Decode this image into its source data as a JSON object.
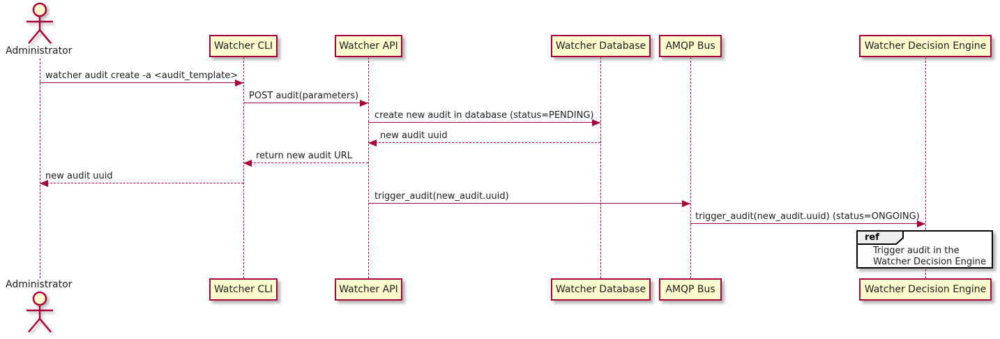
{
  "colors": {
    "stroke": "#A80036",
    "participant_fill": "#FEFECE",
    "ref_header_fill": "#EEEEEE",
    "text": "#1c1c1c"
  },
  "actors": {
    "top": "Administrator",
    "bottom": "Administrator"
  },
  "participants": [
    {
      "name": "Watcher CLI"
    },
    {
      "name": "Watcher API"
    },
    {
      "name": "Watcher Database"
    },
    {
      "name": "AMQP Bus"
    },
    {
      "name": "Watcher Decision Engine"
    }
  ],
  "messages": [
    {
      "label": "watcher audit create -a <audit_template>",
      "from": "Administrator",
      "to": "Watcher CLI",
      "style": "solid"
    },
    {
      "label": "POST audit(parameters)",
      "from": "Watcher CLI",
      "to": "Watcher API",
      "style": "solid"
    },
    {
      "label": "create new audit in database (status=PENDING)",
      "from": "Watcher API",
      "to": "Watcher Database",
      "style": "solid"
    },
    {
      "label": "new audit uuid",
      "from": "Watcher Database",
      "to": "Watcher API",
      "style": "dashed"
    },
    {
      "label": "return new audit URL",
      "from": "Watcher API",
      "to": "Watcher CLI",
      "style": "dashed"
    },
    {
      "label": "new audit uuid",
      "from": "Watcher CLI",
      "to": "Administrator",
      "style": "dashed"
    },
    {
      "label": "trigger_audit(new_audit.uuid)",
      "from": "Watcher API",
      "to": "AMQP Bus",
      "style": "solid"
    },
    {
      "label": "trigger_audit(new_audit.uuid) (status=ONGOING)",
      "from": "AMQP Bus",
      "to": "Watcher Decision Engine",
      "style": "solid"
    }
  ],
  "ref_fragment": {
    "keyword": "ref",
    "line1": "Trigger audit in the",
    "line2": "Watcher Decision Engine"
  }
}
